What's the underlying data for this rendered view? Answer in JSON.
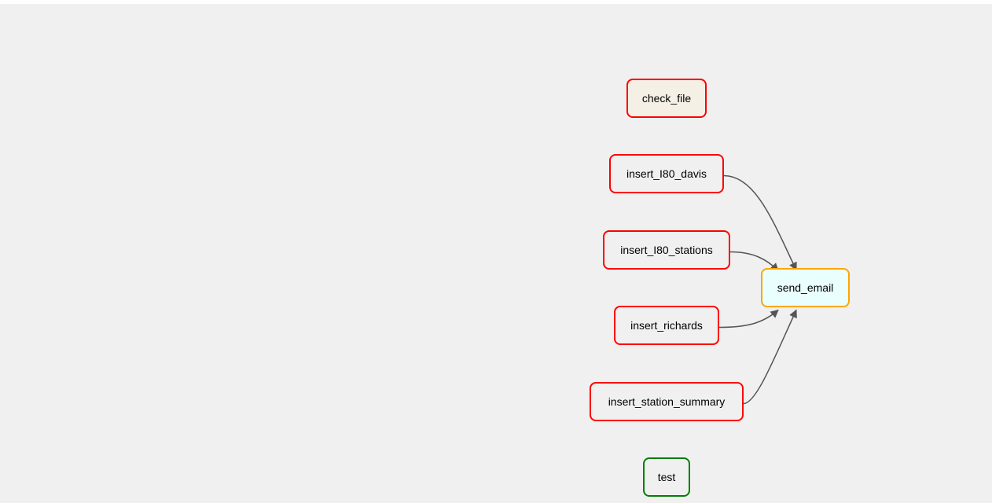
{
  "graph": {
    "colors": {
      "canvas_background": "#f0f0f0",
      "edge": "#555555",
      "state_failed": "#ff0000",
      "state_upstream_failed": "#ffa500",
      "state_success": "#008000"
    },
    "nodes": [
      {
        "id": "check_file",
        "label": "check_file",
        "border": "#ff0000",
        "fill": "#f5f0e6"
      },
      {
        "id": "insert_l80_davis",
        "label": "insert_I80_davis",
        "border": "#ff0000",
        "fill": "#f0f0f0"
      },
      {
        "id": "insert_l80_stations",
        "label": "insert_I80_stations",
        "border": "#ff0000",
        "fill": "#f0f0f0"
      },
      {
        "id": "insert_richards",
        "label": "insert_richards",
        "border": "#ff0000",
        "fill": "#f0f0f0"
      },
      {
        "id": "insert_station_summary",
        "label": "insert_station_summary",
        "border": "#ff0000",
        "fill": "#f0f0f0"
      },
      {
        "id": "send_email",
        "label": "send_email",
        "border": "#ffa500",
        "fill": "#e8fffd"
      },
      {
        "id": "test",
        "label": "test",
        "border": "#008000",
        "fill": "#f0f0f0"
      }
    ],
    "edges": [
      {
        "from": "insert_l80_davis",
        "to": "send_email"
      },
      {
        "from": "insert_l80_stations",
        "to": "send_email"
      },
      {
        "from": "insert_richards",
        "to": "send_email"
      },
      {
        "from": "insert_station_summary",
        "to": "send_email"
      }
    ]
  }
}
